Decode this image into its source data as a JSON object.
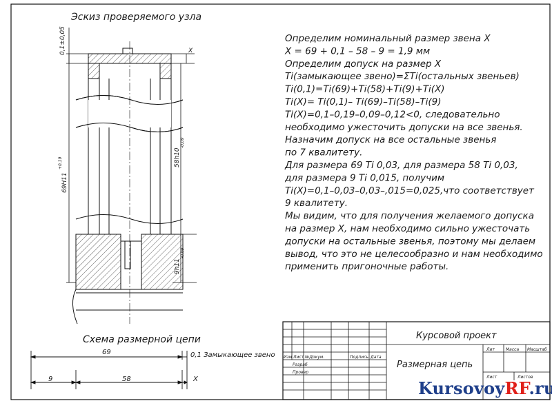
{
  "sketch": {
    "title": "Эскиз проверяемого узла",
    "dims": {
      "top_gap": "0,1±0,05",
      "x_mark": "X",
      "overall": "69H11",
      "overall_tol": "+0,19",
      "inner": "58h10",
      "inner_tol": "-0,09",
      "bottom": "9h11",
      "bottom_tol": "-0,09"
    }
  },
  "calculation": {
    "lines": [
      "Определим номинальный размер звена X",
      "X = 69 + 0,1 – 58 – 9 = 1,9 мм",
      "Определим допуск на размер X",
      "Ti(замыкающее звено)=ΣTi(остальных звеньев)",
      "Ti(0,1)=Ti(69)+Ti(58)+Ti(9)+Ti(X)",
      "Ti(X)= Ti(0,1)– Ti(69)–Ti(58)–Ti(9)",
      "Ti(X)=0,1–0,19–0,09–0,12<0, следовательно",
      "необходимо ужесточить допуски на все звенья.",
      "Назначим допуск на все остальные звенья",
      "по 7 квалитету.",
      "Для размера 69 Ti 0,03, для размера 58 Ti 0,03,",
      "для размера 9 Ti 0,015, получим",
      "Ti(X)=0,1–0,03–0,03–,015=0,025,что соответствует",
      "9 квалитету.",
      "Мы видим, что для получения желаемого допуска",
      "на размер X, нам необходимо сильно ужесточать",
      "допуски на остальные звенья, поэтому мы делаем",
      "вывод, что это не целесообразно  и нам необходимо",
      "применить пригоночные работы."
    ]
  },
  "chain": {
    "title": "Схема размерной цепи",
    "top_value": "69",
    "closing_label": "0,1 Замыкающее звено",
    "bottom_left": "9",
    "bottom_mid": "58",
    "bottom_right": "X"
  },
  "title_block": {
    "project": "Курсовой проект",
    "drawing": "Размерная цепь",
    "col_izm": "Изм",
    "col_list": "Лист",
    "col_ndoc": "№Докум.",
    "col_sign": "Подпись",
    "col_date": "Дата",
    "razrab": "Разраб",
    "prover": "Провер",
    "lit": "Лит",
    "massa": "Масса",
    "masshtab": "Масштаб",
    "list": "Лист",
    "listov": "Листов"
  },
  "watermark": {
    "main": "Kursovoy",
    "accent": "RF",
    "suffix": ".ru"
  }
}
